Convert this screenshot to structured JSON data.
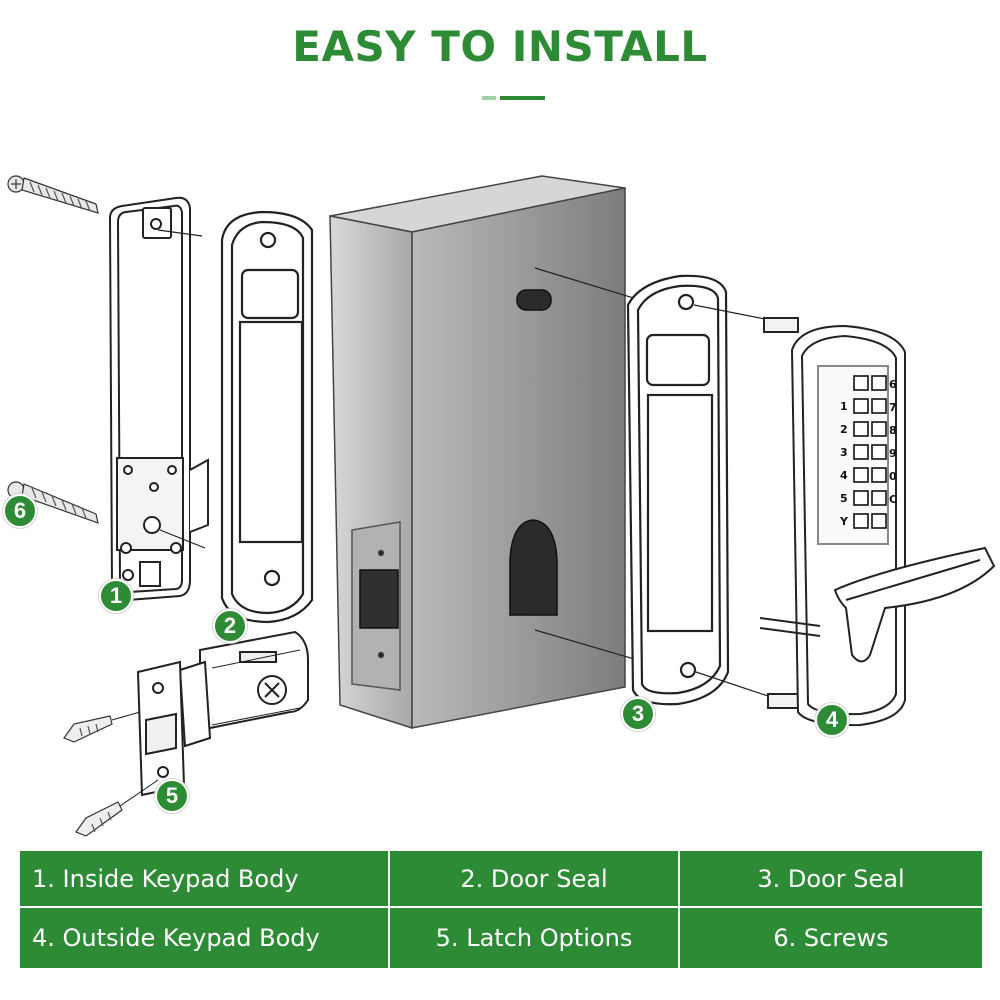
{
  "header": {
    "title": "EASY TO INSTALL"
  },
  "callouts": [
    "1",
    "2",
    "3",
    "4",
    "5",
    "6"
  ],
  "keypad_keys": [
    "1",
    "2",
    "3",
    "4",
    "5",
    "Y",
    "6",
    "7",
    "8",
    "9",
    "0",
    "C"
  ],
  "legend": [
    "1. Inside Keypad Body",
    "2. Door Seal",
    "3. Door Seal",
    "4. Outside Keypad Body",
    "5. Latch Options",
    "6. Screws"
  ],
  "colors": {
    "brand_green": "#2e8b35",
    "box_steel": "#9a9a9a",
    "line_art": "#222222"
  }
}
